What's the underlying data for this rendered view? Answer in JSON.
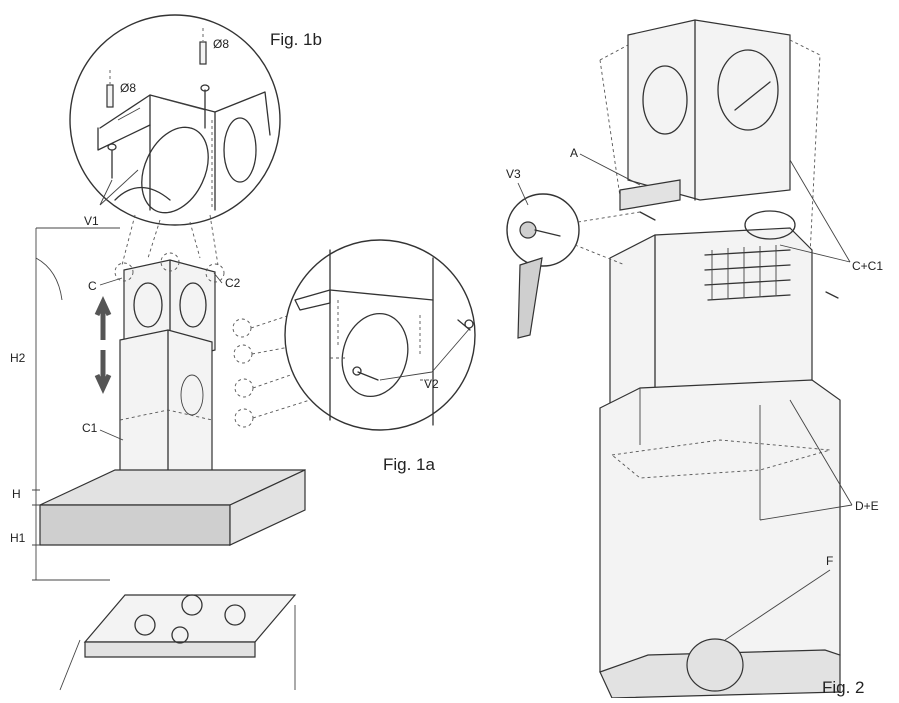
{
  "figures": {
    "fig1b": "Fig. 1b",
    "fig1a": "Fig. 1a",
    "fig2": "Fig. 2"
  },
  "fig1": {
    "dia_left": "Ø8",
    "dia_top": "Ø8",
    "v1": "V1",
    "c": "C",
    "c2": "C2",
    "c1": "C1",
    "v2": "V2",
    "h2": "H2",
    "h": "H",
    "h1": "H1"
  },
  "fig2": {
    "v3": "V3",
    "a": "A",
    "c_c1": "C+C1",
    "d_e": "D+E",
    "f": "F"
  }
}
